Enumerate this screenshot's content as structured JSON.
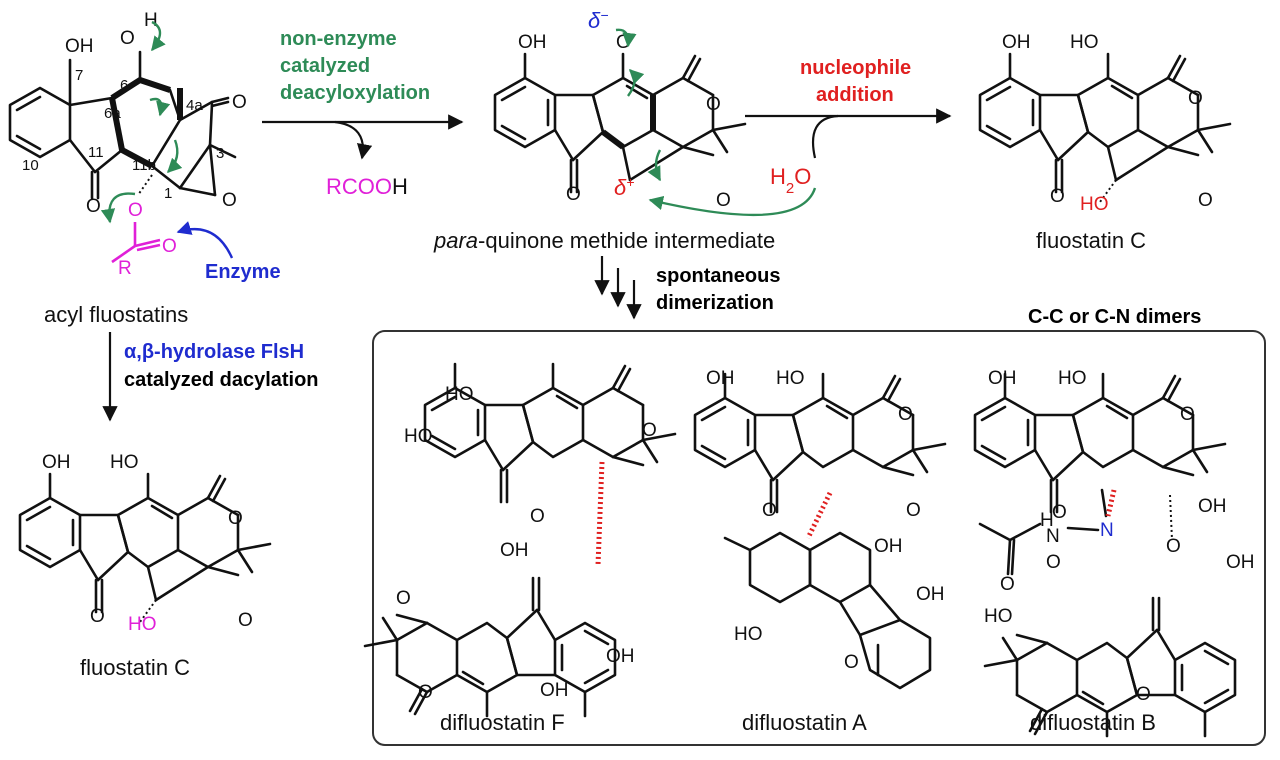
{
  "colors": {
    "green": "#2e8b57",
    "red": "#e02020",
    "blue": "#1f2ccf",
    "magenta": "#e020d8",
    "black": "#111111"
  },
  "labels": {
    "acyl_fluostatins": "acyl fluostatins",
    "fluostatin_c_left": "fluostatin C",
    "fluostatin_c_right": "fluostatin C",
    "pqm_italic": "para",
    "pqm_rest": "-quinone methide intermediate",
    "rcooh_magenta": "RCOO",
    "rcooh_h": "H",
    "h2o": "H2O",
    "enzyme": "Enzyme",
    "cc_cn_dimers": "C-C or C-N dimers",
    "difluostatin_f": "difluostatin F",
    "difluostatin_a": "difluostatin A",
    "difluostatin_b": "difluostatin B",
    "delta_minus": "δ",
    "delta_plus": "δ",
    "r_group": "R"
  },
  "steps": {
    "deacyloxylation": [
      "non-enzyme",
      "catalyzed",
      "deacyloxylation"
    ],
    "nucleophile": [
      "nucleophile",
      "addition"
    ],
    "dimerization": [
      "spontaneous",
      "dimerization"
    ],
    "hydrolase_line1": "α,β-hydrolase FlsH",
    "hydrolase_line2": "catalyzed dacylation"
  },
  "atom_numbers": [
    "7",
    "6",
    "6a",
    "4a",
    "10",
    "11",
    "11b",
    "3",
    "1"
  ]
}
